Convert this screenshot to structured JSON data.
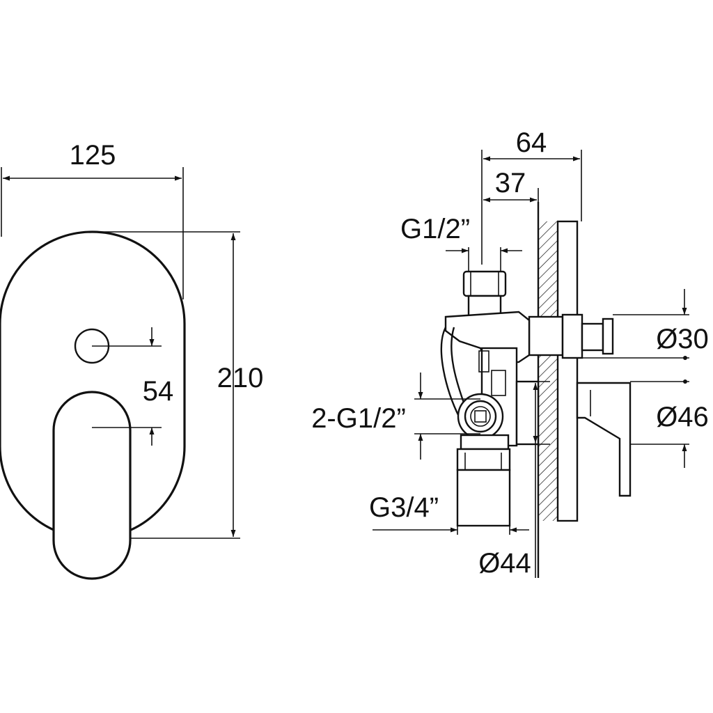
{
  "front_view": {
    "width_label": "125",
    "height_label": "210",
    "offset_label": "54"
  },
  "side_view": {
    "depth_total_label": "64",
    "depth_wall_label": "37",
    "top_inlet_label": "G1/2”",
    "side_ports_label": "2-G1/2”",
    "bottom_outlet_label": "G3/4”",
    "body_diameter_label": "Ø44",
    "spindle_diameter_label": "Ø30",
    "lever_base_diameter_label": "Ø46"
  },
  "colors": {
    "line": "#111111",
    "background": "#ffffff"
  }
}
